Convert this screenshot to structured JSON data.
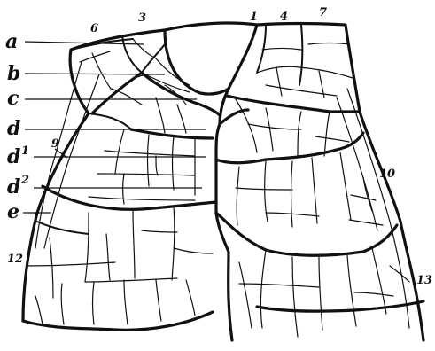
{
  "figure": {
    "letter_labels": [
      {
        "key": "a",
        "text": "a"
      },
      {
        "key": "b",
        "text": "b"
      },
      {
        "key": "c",
        "text": "c"
      },
      {
        "key": "d",
        "text": "d"
      },
      {
        "key": "d1",
        "text": "d",
        "sup": "1"
      },
      {
        "key": "d2",
        "text": "d",
        "sup": "2"
      },
      {
        "key": "e",
        "text": "e"
      }
    ],
    "number_labels": [
      "6",
      "3",
      "1",
      "4",
      "7",
      "9",
      "10",
      "12",
      "13"
    ]
  }
}
